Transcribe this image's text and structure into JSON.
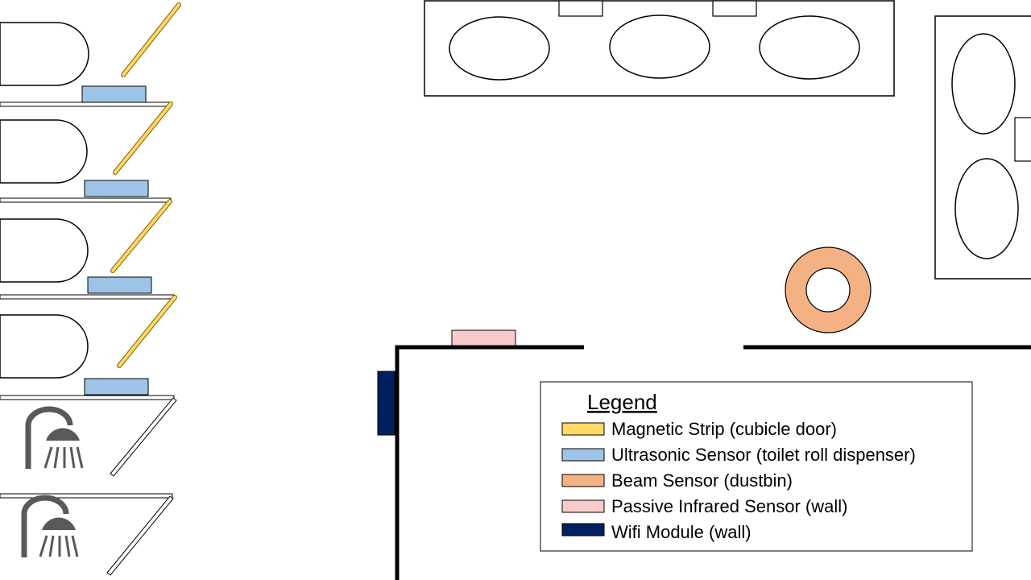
{
  "legend": {
    "title": "Legend",
    "items": [
      {
        "label": "Magnetic Strip (cubicle door)",
        "color": "#FFD966",
        "key": "magnetic-strip"
      },
      {
        "label": "Ultrasonic Sensor (toilet roll dispenser)",
        "color": "#9DC3E6",
        "key": "ultrasonic-sensor"
      },
      {
        "label": "Beam Sensor (dustbin)",
        "color": "#F4B183",
        "key": "beam-sensor"
      },
      {
        "label": "Passive Infrared Sensor (wall)",
        "color": "#F8CBCB",
        "key": "pir-sensor"
      },
      {
        "label": "Wifi Module (wall)",
        "color": "#002060",
        "key": "wifi-module"
      }
    ]
  },
  "colors": {
    "magnetic_strip": "#FFD966",
    "ultrasonic_sensor": "#9DC3E6",
    "beam_sensor": "#F4B183",
    "pir_sensor": "#F8CBCB",
    "wifi_module": "#002060",
    "shower_icon": "#595959",
    "outline": "#000000"
  },
  "icons": [
    "toilet-icon",
    "shower-icon",
    "sink-icon",
    "dustbin-icon"
  ]
}
